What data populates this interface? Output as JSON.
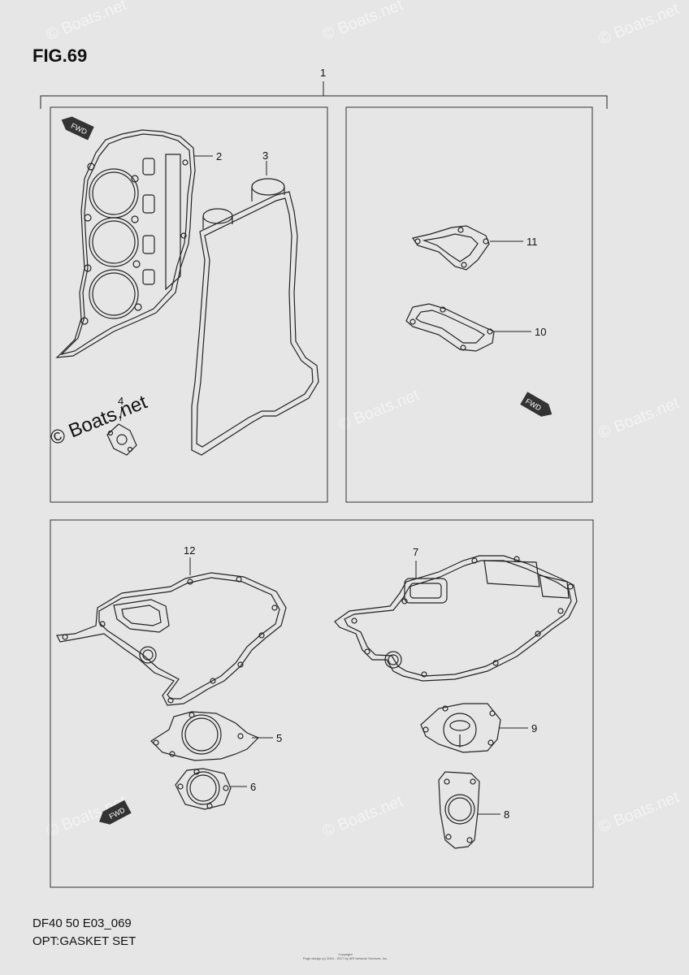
{
  "figure": {
    "title": "FIG.69"
  },
  "footer": {
    "model_code": "DF40 50 E03_069",
    "set_name": "OPT:GASKET SET",
    "copyright_line1": "Copyright",
    "copyright_line2": "Page design (c) 2004 - 2017 by ARI Network Services, Inc."
  },
  "watermark": {
    "text": "© Boats.net"
  },
  "fwd_label": "FWD",
  "callouts": {
    "c1": "1",
    "c2": "2",
    "c3": "3",
    "c4": "4",
    "c5": "5",
    "c6": "6",
    "c7": "7",
    "c8": "8",
    "c9": "9",
    "c10": "10",
    "c11": "11",
    "c12": "12"
  }
}
